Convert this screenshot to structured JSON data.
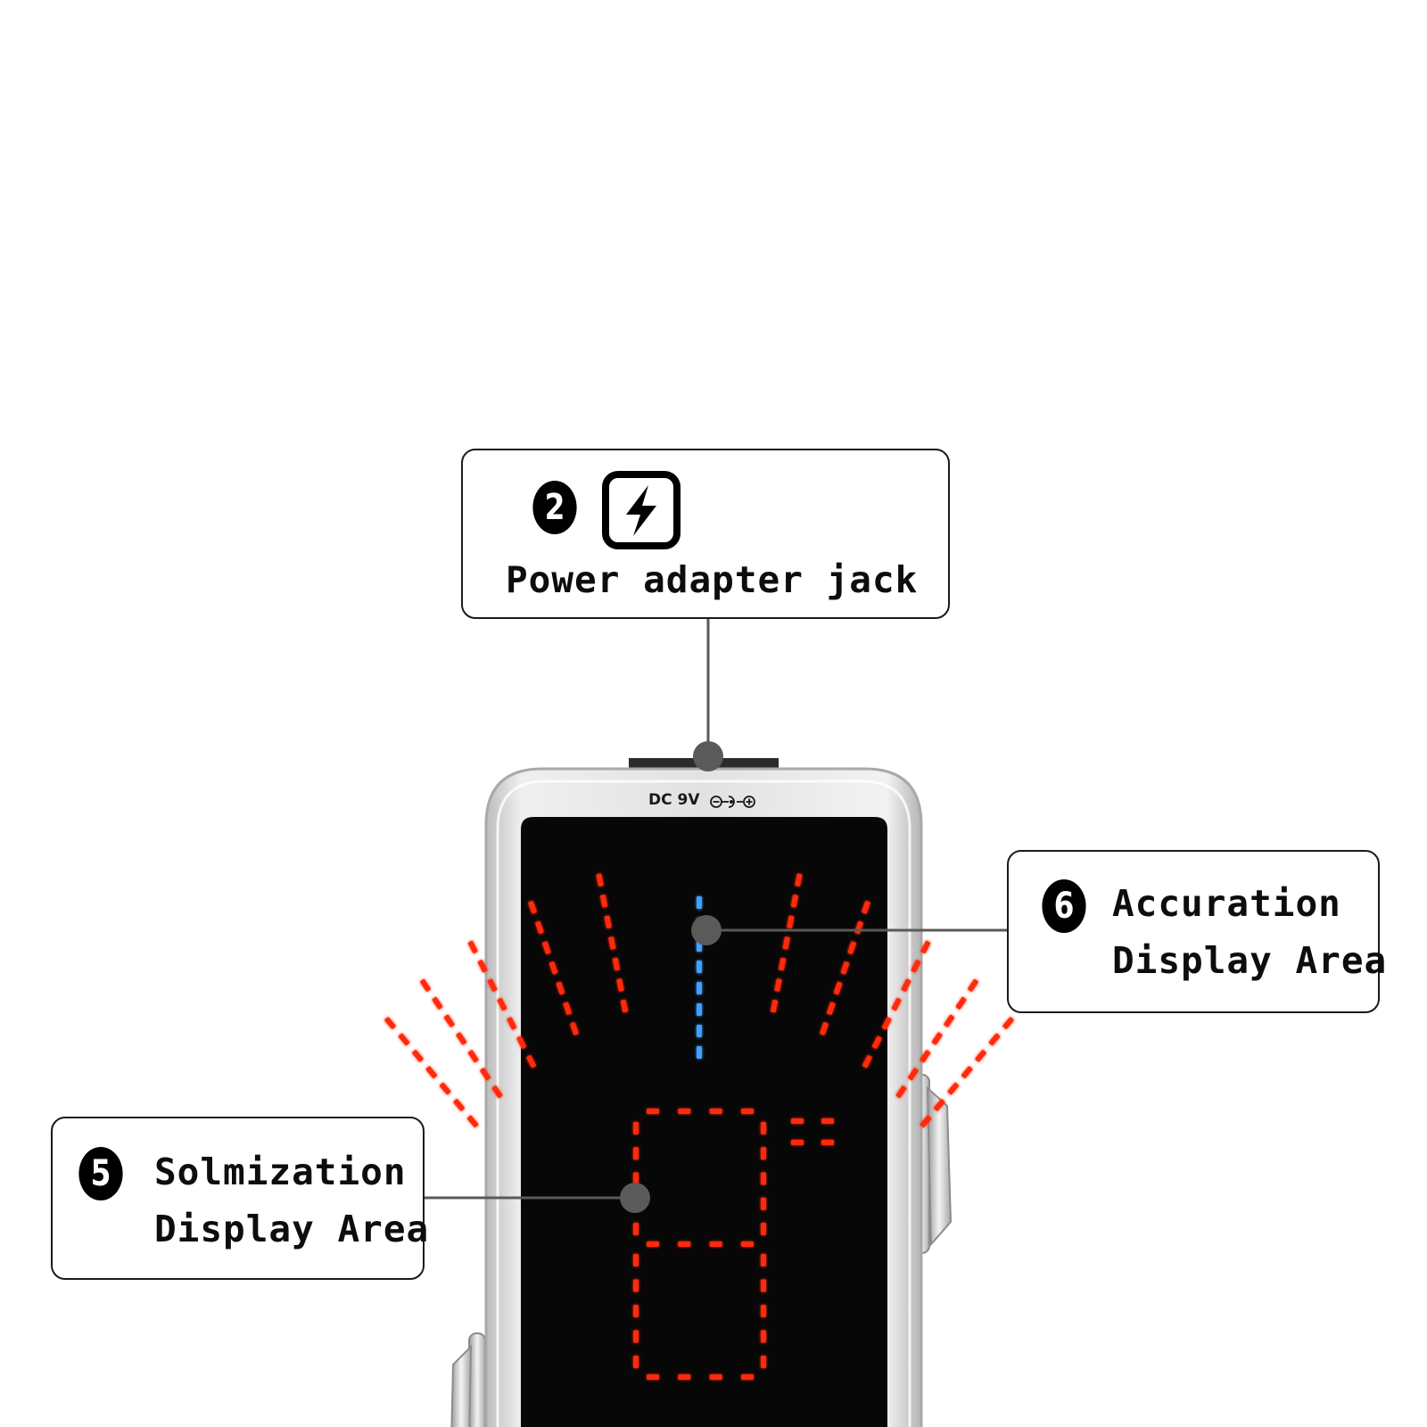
{
  "callouts": {
    "power": {
      "number": "2",
      "icon": "lightning-bolt-icon",
      "label": "Power adapter jack"
    },
    "accuracy": {
      "number": "6",
      "line1": "Accuration",
      "line2": "Display Area"
    },
    "solmization": {
      "number": "5",
      "line1": "Solmization",
      "line2": "Display Area"
    }
  },
  "device": {
    "jack_label": "DC 9V",
    "polarity_icon": "center-negative-polarity-icon"
  },
  "colors": {
    "led_red": "#ff2a10",
    "led_blue": "#3fa0ff",
    "screen": "#070707",
    "casing": "#d9d9d9",
    "leader_line": "#5a5a5a"
  }
}
